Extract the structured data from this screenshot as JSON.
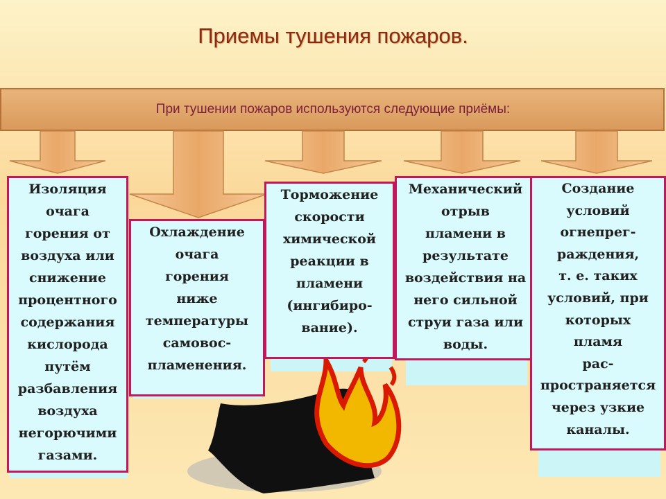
{
  "title": "Приемы тушения пожаров.",
  "banner": "При тушении пожаров используются следующие приёмы:",
  "methods": [
    {
      "text": "Изоляция\nочага\nгорения от\nвоздуха или\nснижение\nпроцентного\nсодержания\nкислорода\nпутём\nразбавления\nвоздуха\nнегорючими\nгазами."
    },
    {
      "text": "Охлаждение\nочага\nгорения\nниже\nтемпературы\nсамовос-\nпламенения."
    },
    {
      "text": "Торможение\nскорости\nхимической\nреакции в\nпламени\n(ингибиро-\nвание)."
    },
    {
      "text": "Механический\nотрыв\nпламени в\nрезультате\nвоздействия на\nнего сильной\nструи газа или\nводы."
    },
    {
      "text": "Создание\nусловий\nогнепрег-\nраждения,\nт. е. таких\nусловий, при\nкоторых\nпламя\nрас-\nпространяется\nчерез узкие\nканалы."
    }
  ],
  "colors": {
    "border": "#c2185b",
    "box_fill": "#d9fbfd",
    "arrow": "#e4a56a",
    "title": "#8b2a14",
    "banner_text": "#7a1e3e"
  }
}
